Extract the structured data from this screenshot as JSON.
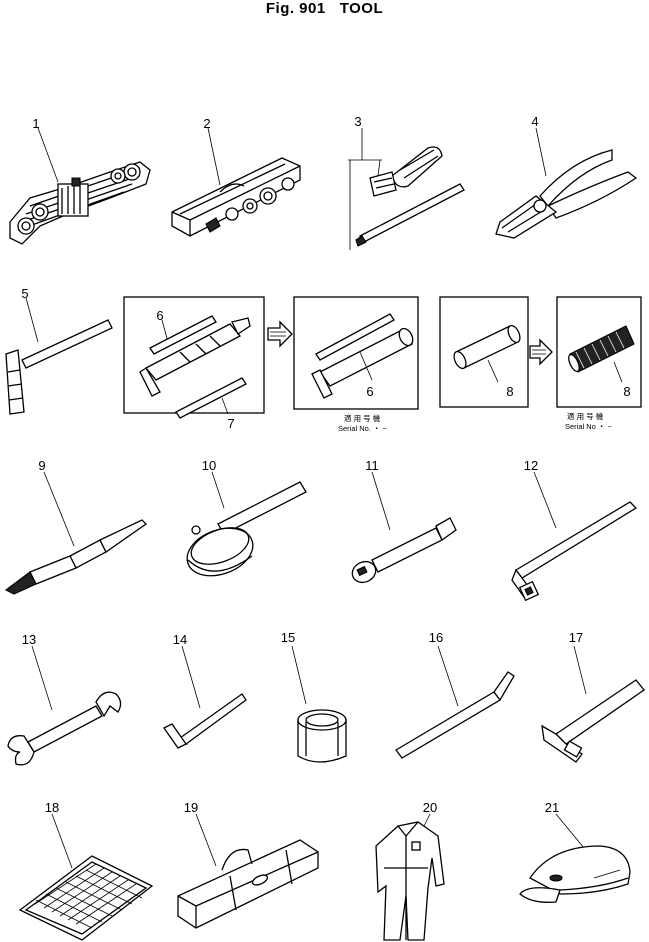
{
  "figure": {
    "label": "Fig. 901",
    "name": "TOOL"
  },
  "parts": [
    {
      "number": "1"
    },
    {
      "number": "2"
    },
    {
      "number": "3"
    },
    {
      "number": "4"
    },
    {
      "number": "5"
    },
    {
      "number": "6"
    },
    {
      "number": "7"
    },
    {
      "number": "6"
    },
    {
      "number": "8"
    },
    {
      "number": "8"
    },
    {
      "number": "9"
    },
    {
      "number": "10"
    },
    {
      "number": "11"
    },
    {
      "number": "12"
    },
    {
      "number": "13"
    },
    {
      "number": "14"
    },
    {
      "number": "15"
    },
    {
      "number": "16"
    },
    {
      "number": "17"
    },
    {
      "number": "18"
    },
    {
      "number": "19"
    },
    {
      "number": "20"
    },
    {
      "number": "21"
    }
  ],
  "serial_notes": [
    {
      "kanji": "適 用 号 機",
      "text": "Serial No.  ・  ~"
    },
    {
      "kanji": "適 用 号 機",
      "text": "Serial No   ・  ~"
    }
  ]
}
